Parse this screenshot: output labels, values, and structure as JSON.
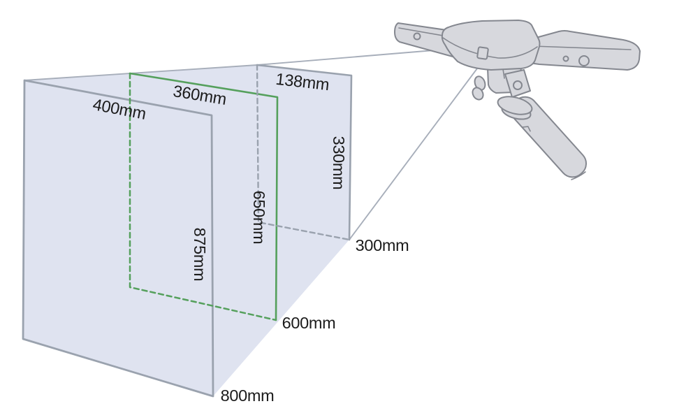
{
  "diagram": {
    "title": "3D scanner field-of-view working distance diagram",
    "device": {
      "icon": "handheld-3d-scanner-illustration"
    },
    "planes": [
      {
        "position": "far",
        "distance": "800mm",
        "width": "400mm",
        "height": "875mm"
      },
      {
        "position": "middle",
        "distance": "600mm",
        "width": "360mm",
        "height": "650mm"
      },
      {
        "position": "near",
        "distance": "300mm",
        "width": "138mm",
        "height": "330mm"
      }
    ]
  },
  "colors": {
    "plane_fill": "#dfe3f0",
    "line_gray": "#9aa2ae",
    "frustum_line": "#a7aeba",
    "accent_green": "#55a05c",
    "device_fill": "#d7d8dd",
    "device_outline": "#84878f",
    "label_text": "#1b1b1b"
  }
}
